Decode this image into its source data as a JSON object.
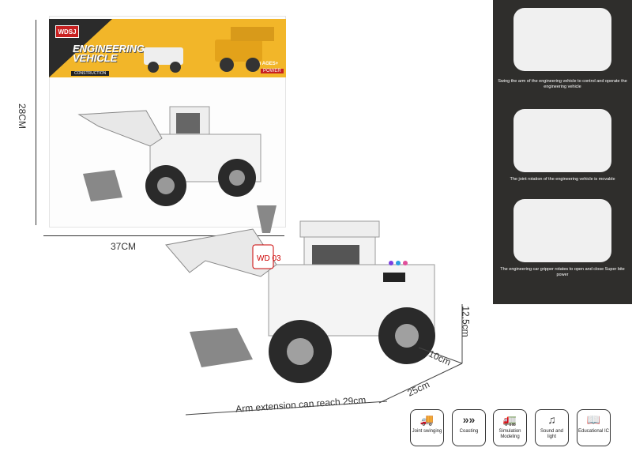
{
  "package": {
    "brand": "WDSJ",
    "title_line1": "ENGINEERING",
    "title_line2": "VEHICLE",
    "subtitle": "CONSTRUCTION",
    "ages": "3 AGES+",
    "power": "POWER",
    "height_label": "28CM",
    "width_label": "37CM"
  },
  "product": {
    "model_badge": "WD 03",
    "height_label": "12.5cm",
    "depth_label": "10cm",
    "length_label": "25cm",
    "arm_label": "Arm extension can reach 29cm"
  },
  "panel": {
    "features": [
      {
        "caption": "Swing the arm of the engineering vehicle to control and operate the engineering vehicle"
      },
      {
        "caption": "The joint rotation of the engineering vehicle is movable"
      },
      {
        "caption": "The engineering car gripper rotates to open and close Super bite power"
      }
    ]
  },
  "icons": [
    {
      "label": "Joint swinging",
      "icon": "tow-truck-icon"
    },
    {
      "label": "Coasting",
      "icon": "chevrons-icon"
    },
    {
      "label": "Simulation Modeling",
      "icon": "mixer-truck-icon"
    },
    {
      "label": "Sound and light",
      "icon": "music-light-icon"
    },
    {
      "label": "Educational IC",
      "icon": "book-icon"
    }
  ],
  "colors": {
    "panel": "#2f2e2c",
    "header": "#f2b629",
    "accent": "#c82020"
  }
}
